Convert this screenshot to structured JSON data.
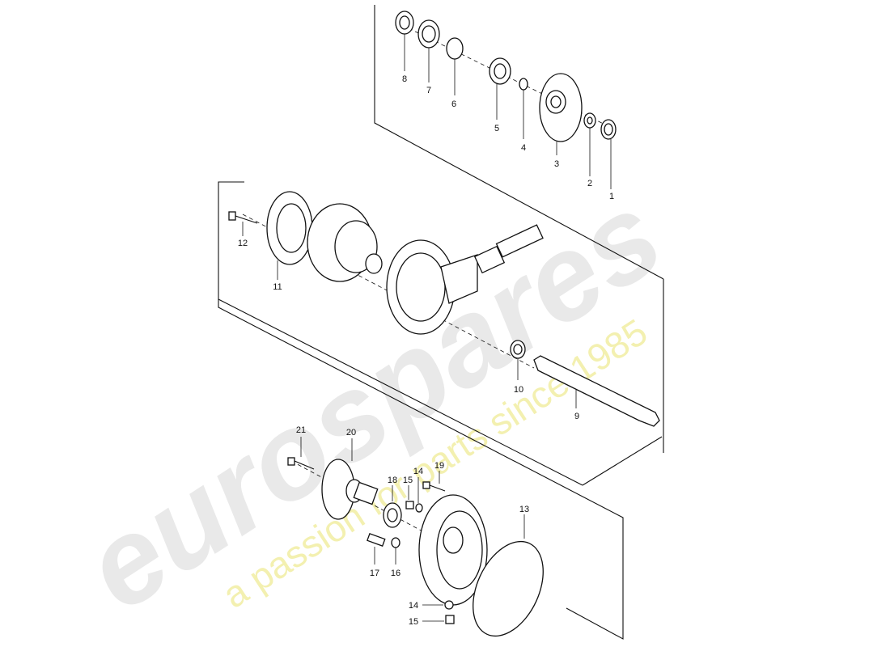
{
  "watermark": {
    "brand": "eurospares",
    "tagline": "a passion for parts since 1985"
  },
  "callouts": {
    "c1": "1",
    "c2": "2",
    "c3": "3",
    "c4": "4",
    "c5": "5",
    "c6": "6",
    "c7": "7",
    "c8": "8",
    "c9": "9",
    "c10": "10",
    "c11": "11",
    "c12": "12",
    "c13": "13",
    "c14a": "14",
    "c14b": "14",
    "c15a": "15",
    "c15b": "15",
    "c16": "16",
    "c17": "17",
    "c18": "18",
    "c19": "19",
    "c20": "20",
    "c21": "21"
  }
}
